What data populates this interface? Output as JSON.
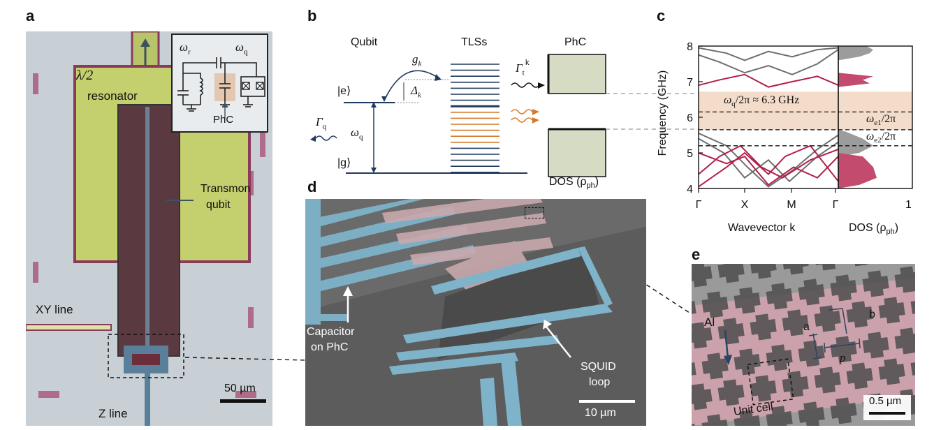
{
  "panels": {
    "a": "a",
    "b": "b",
    "c": "c",
    "d": "d",
    "e": "e"
  },
  "panel_a": {
    "resonator_symbol": "λ/2",
    "resonator_label": "resonator",
    "transmon_line1": "Transmon",
    "transmon_line2": "qubit",
    "xy_line": "XY line",
    "z_line": "Z line",
    "scalebar": "50 µm",
    "inset": {
      "omega_r": "ω",
      "sub_r": "r",
      "omega_q": "ω",
      "sub_q": "q",
      "phc": "PhC"
    }
  },
  "panel_b": {
    "qubit": "Qubit",
    "tlss": "TLSs",
    "phc": "PhC",
    "ket_e": "|e⟩",
    "ket_g": "|g⟩",
    "g_k": "g",
    "g_k_sub": "k",
    "delta_k": "Δ",
    "delta_k_sub": "k",
    "gamma_t": "Γ",
    "gamma_t_sub": "t",
    "gamma_t_sup": "k",
    "gamma_q": "Γ",
    "gamma_q_sub": "q",
    "omega_q": "ω",
    "omega_q_sub": "q",
    "dos": "DOS (ρ",
    "dos_sub": "ph",
    "dos_close": ")"
  },
  "panel_c": {
    "ylabel": "Frequency (GHz)",
    "xlabel": "Wavevector k",
    "dos_xlabel": "DOS (ρ",
    "dos_sub": "ph",
    "dos_close": ")",
    "band_annotation": "ω",
    "band_annotation_sub": "q",
    "band_annotation_rest": "/2π ≈ 6.3 GHz",
    "we1": "ω",
    "we1_sub": "e1",
    "we1_rest": "/2π",
    "we2": "ω",
    "we2_sub": "e2",
    "we2_rest": "/2π",
    "dos_tick_1": "1",
    "colors": {
      "band1": "#b0204a",
      "band2": "#6e6e6e",
      "gap": "#f4dccb",
      "dos_red": "#c24b6e",
      "dos_grey": "#9c9c9c"
    }
  },
  "chart_data": {
    "type": "line",
    "xlabel": "Wavevector k",
    "ylabel": "Frequency (GHz)",
    "x_ticks": [
      "Γ",
      "X",
      "M",
      "Γ"
    ],
    "ylim": [
      4,
      8
    ],
    "y_ticks": [
      4,
      5,
      6,
      7,
      8
    ],
    "bandgap": [
      5.65,
      6.72
    ],
    "dashed_levels": [
      6.15,
      5.65,
      5.2
    ]
  },
  "panel_d": {
    "capacitor_line1": "Capacitor",
    "capacitor_line2": "on PhC",
    "squid_line1": "SQUID",
    "squid_line2": "loop",
    "scalebar": "10 µm"
  },
  "panel_e": {
    "al": "Al",
    "a": "a",
    "b": "b",
    "p": "p",
    "unit_cell": "Unit cell",
    "scalebar": "0.5 µm"
  }
}
